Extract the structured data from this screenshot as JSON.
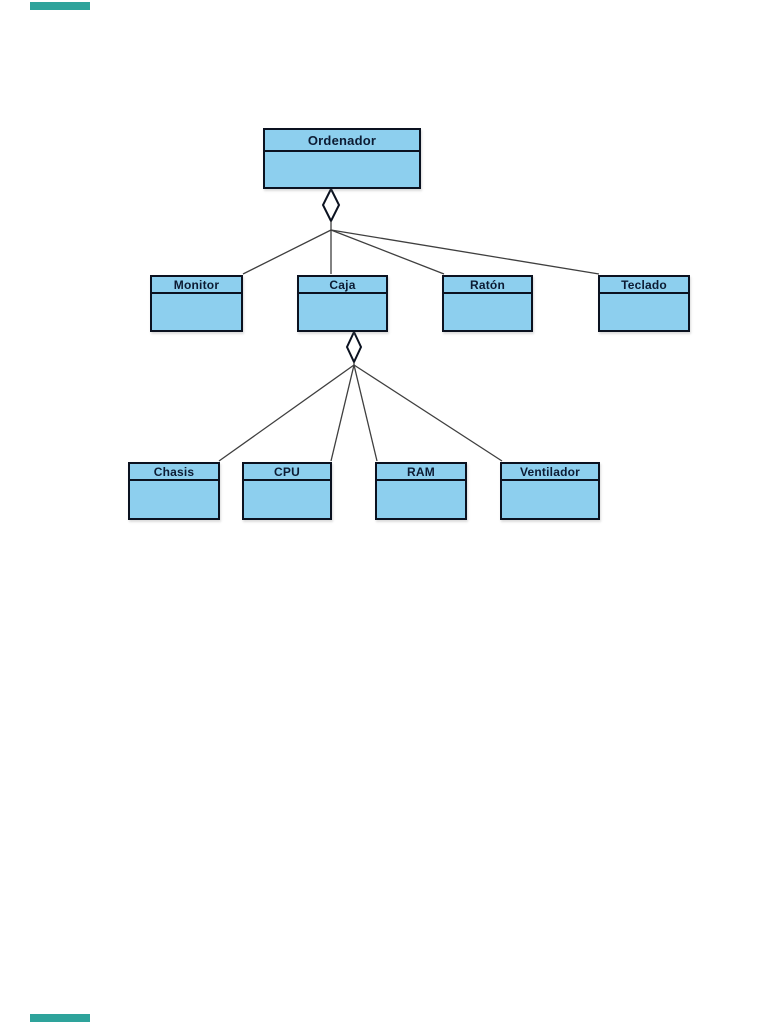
{
  "colors": {
    "node_fill": "#8DCFEE",
    "node_border": "#0B1220",
    "node_text": "#0C1B33",
    "edge": "#3F3F3F",
    "diamond_fill": "#FFFFFF",
    "page_marker": "#2EA39B",
    "page_bg": "#FFFFFF"
  },
  "diagram": {
    "type": "uml-class-aggregation",
    "nodes": {
      "root": {
        "label": "Ordenador"
      },
      "monitor": {
        "label": "Monitor"
      },
      "caja": {
        "label": "Caja"
      },
      "raton": {
        "label": "Ratón"
      },
      "teclado": {
        "label": "Teclado"
      },
      "chasis": {
        "label": "Chasis"
      },
      "cpu": {
        "label": "CPU"
      },
      "ram": {
        "label": "RAM"
      },
      "ventilador": {
        "label": "Ventilador"
      }
    },
    "edges": [
      {
        "from": "Ordenador",
        "to": "Monitor",
        "type": "aggregation"
      },
      {
        "from": "Ordenador",
        "to": "Caja",
        "type": "aggregation"
      },
      {
        "from": "Ordenador",
        "to": "Ratón",
        "type": "aggregation"
      },
      {
        "from": "Ordenador",
        "to": "Teclado",
        "type": "aggregation"
      },
      {
        "from": "Caja",
        "to": "Chasis",
        "type": "aggregation"
      },
      {
        "from": "Caja",
        "to": "CPU",
        "type": "aggregation"
      },
      {
        "from": "Caja",
        "to": "RAM",
        "type": "aggregation"
      },
      {
        "from": "Caja",
        "to": "Ventilador",
        "type": "aggregation"
      }
    ]
  }
}
